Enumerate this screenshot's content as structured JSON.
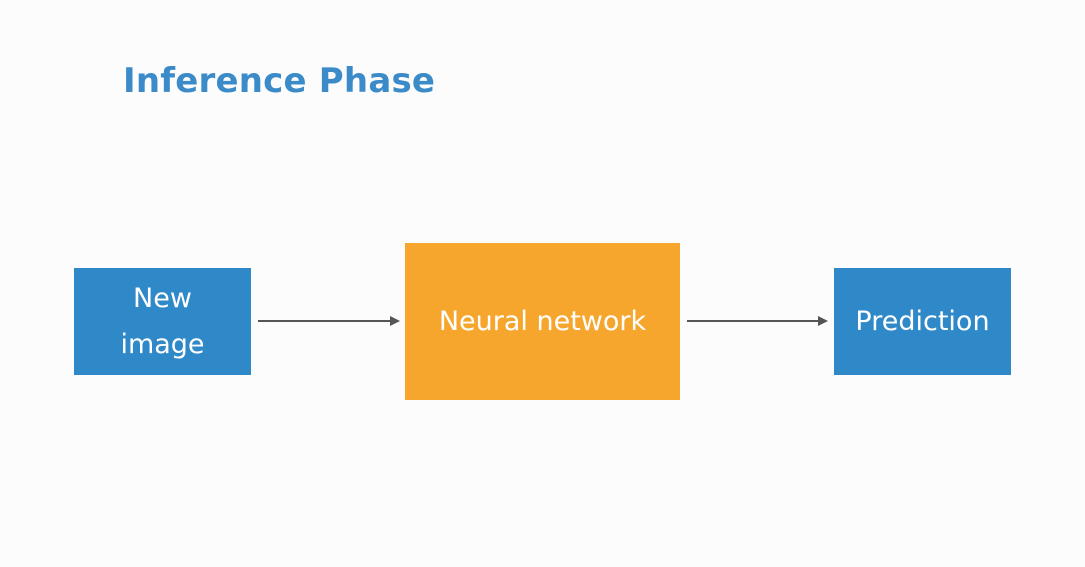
{
  "slide": {
    "title": "Inference Phase"
  },
  "diagram": {
    "input_line1": "New",
    "input_line2": "image",
    "network_label": "Neural network",
    "output_label": "Prediction"
  },
  "colors": {
    "title": "#3b8bc9",
    "input_box": "#2f88c8",
    "network_box": "#f6a62c",
    "output_box": "#2f88c8",
    "arrow": "#555555",
    "background": "#fdfcfd"
  }
}
